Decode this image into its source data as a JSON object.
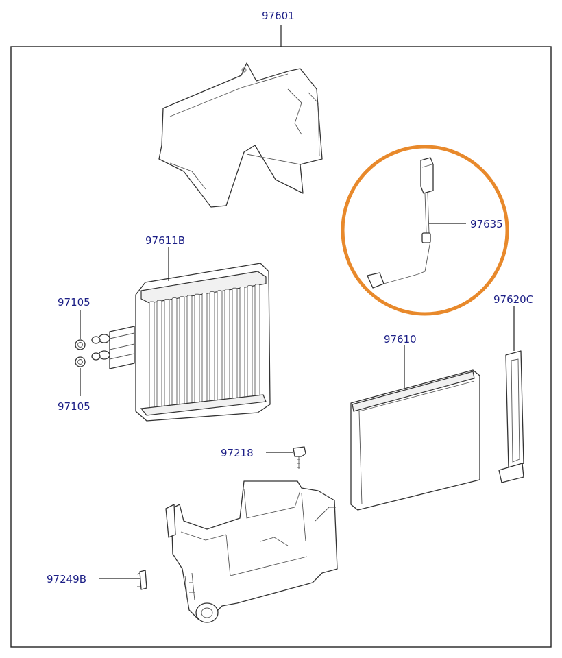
{
  "labels": {
    "top": "97601",
    "evaporator": "97611B",
    "oring_top": "97105",
    "oring_bottom": "97105",
    "sensor": "97635",
    "cover": "97620C",
    "filter": "97610",
    "screw": "97218",
    "clip": "97249B"
  },
  "colors": {
    "label_text": "#1c1f86",
    "highlight_circle": "#e8892b",
    "frame": "#222222"
  }
}
